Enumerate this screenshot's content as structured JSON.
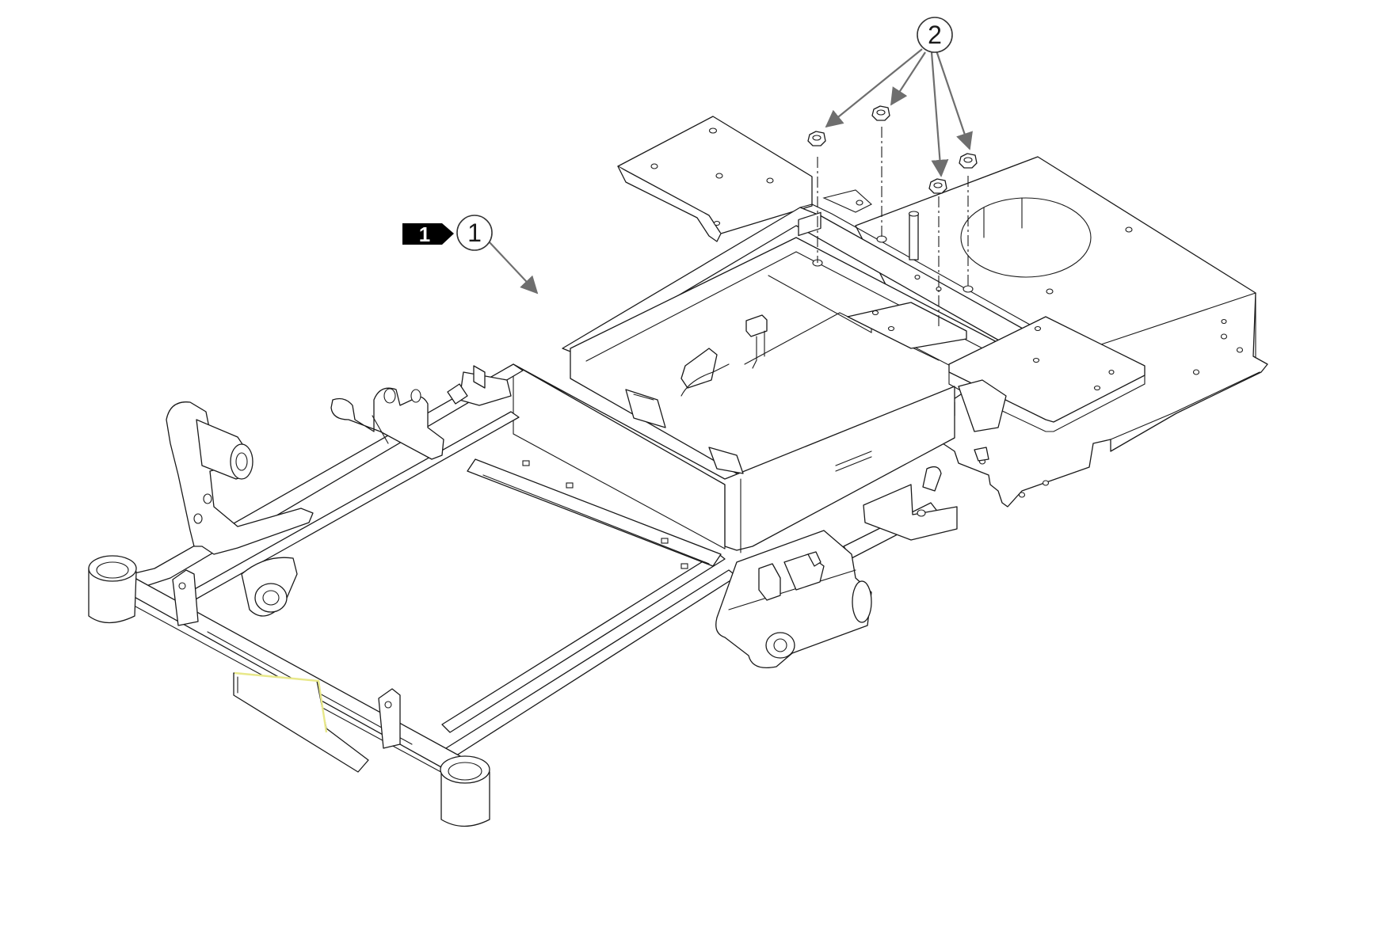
{
  "callouts": {
    "marker_tag": "1",
    "balloon_1": "1",
    "balloon_2": "2"
  }
}
